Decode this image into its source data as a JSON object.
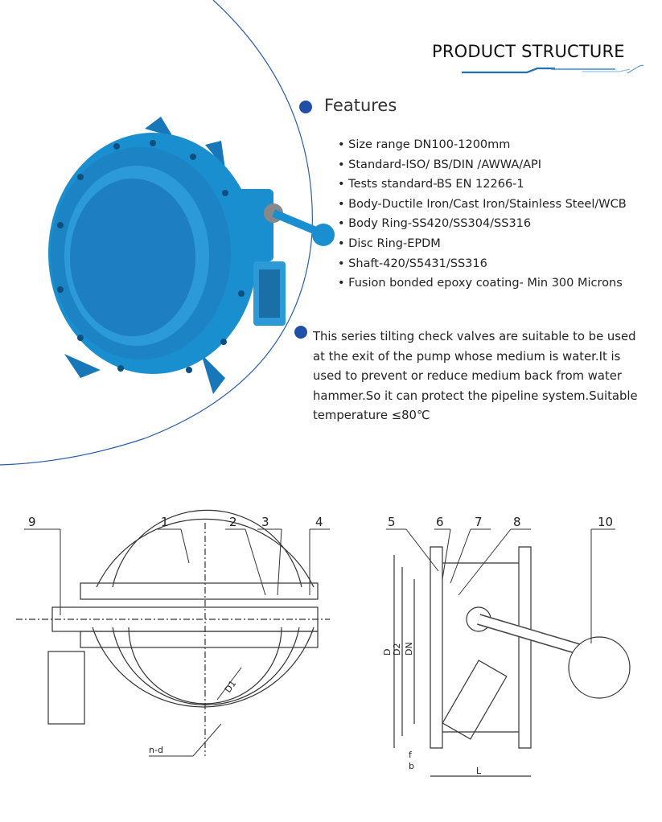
{
  "header": {
    "title": "PRODUCT STRUCTURE"
  },
  "features": {
    "title": "Features",
    "items": [
      "Size range DN100-1200mm",
      "Standard-ISO/ BS/DIN /AWWA/API",
      "Tests standard-BS EN 12266-1",
      "Body-Ductile Iron/Cast Iron/Stainless Steel/WCB",
      "Body Ring-SS420/SS304/SS316",
      "Disc Ring-EPDM",
      "Shaft-420/S5431/SS316",
      "Fusion bonded epoxy coating- Min 300 Microns"
    ]
  },
  "description": "This series tilting check valves are suitable to be used at the exit of the pump whose medium is water.It is used to prevent or reduce medium back from water hammer.So it can protect the pipeline system.Suitable temperature ≤80℃",
  "drawing": {
    "left_labels": [
      "9",
      "1",
      "2",
      "3",
      "4"
    ],
    "left_dims": [
      "D1",
      "n-d"
    ],
    "right_labels": [
      "5",
      "6",
      "7",
      "8",
      "10"
    ],
    "right_dims": [
      "D",
      "D2",
      "DN",
      "f",
      "b",
      "L"
    ]
  },
  "colors": {
    "accent": "#1f4fa6",
    "valve": "#1a8fd0"
  }
}
